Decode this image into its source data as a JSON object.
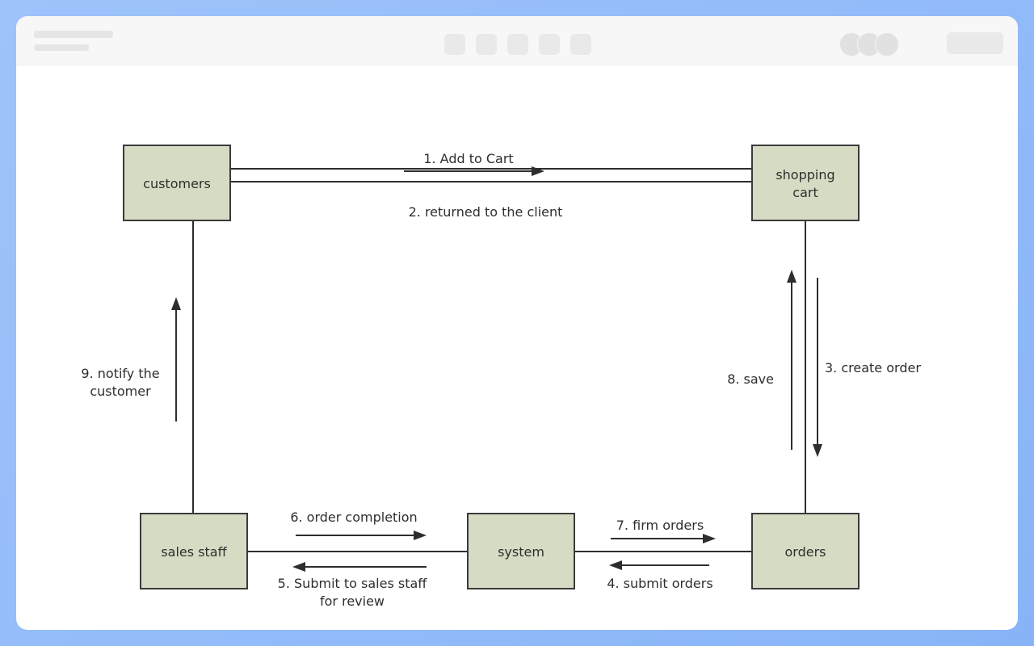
{
  "diagram": {
    "nodes": {
      "customers": "customers",
      "shopping_cart_line1": "shopping",
      "shopping_cart_line2": "cart",
      "sales_staff": "sales staff",
      "system": "system",
      "orders": "orders"
    },
    "labels": {
      "add_to_cart": "1. Add to Cart",
      "returned": "2. returned to the client",
      "create_order": "3. create order",
      "submit_orders": "4. submit orders",
      "submit_sales_line1": "5. Submit to sales staff",
      "submit_sales_line2": "for review",
      "order_completion": "6. order completion",
      "firm_orders": "7. firm orders",
      "save": "8. save",
      "notify_line1": "9. notify the",
      "notify_line2": "customer"
    },
    "colors": {
      "node_fill": "#d6dcc4",
      "stroke": "#2e2e2e"
    }
  }
}
